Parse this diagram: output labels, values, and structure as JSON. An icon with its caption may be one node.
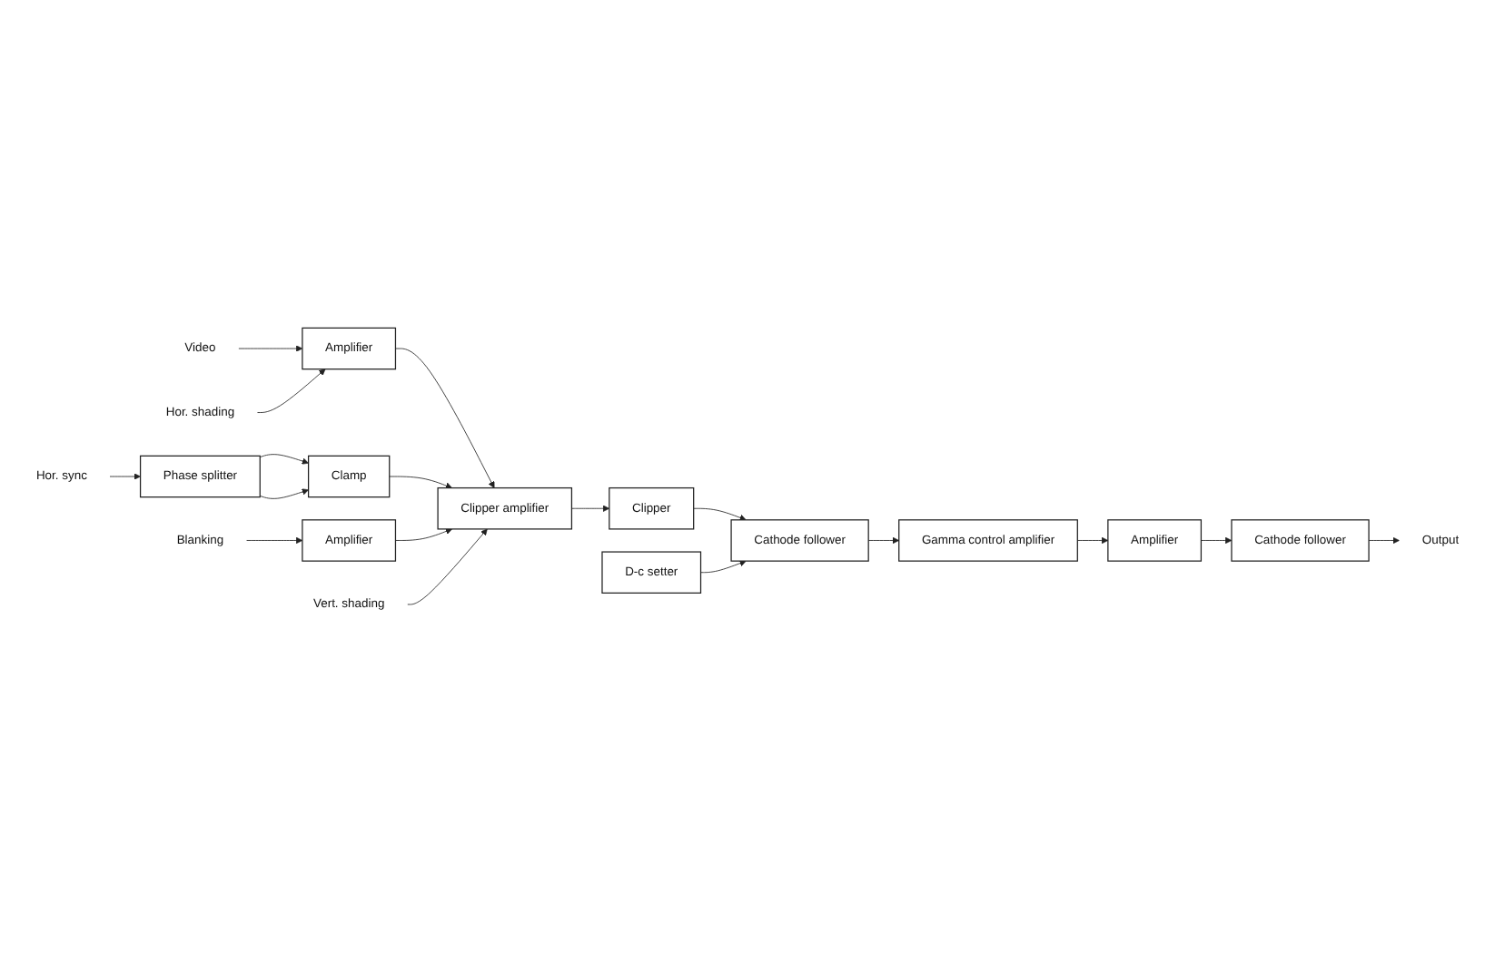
{
  "diagram": {
    "nodes": [
      {
        "text": [
          "Video"
        ]
      },
      {
        "text": [
          "Amplifier"
        ]
      },
      {
        "text": [
          "Hor. shading"
        ]
      },
      {
        "text": [
          "Clipper amplifier"
        ]
      },
      {
        "text": [
          "Clipper"
        ]
      },
      {
        "text": [
          "Cathode follower"
        ]
      },
      {
        "text": [
          "Gamma control amplifier"
        ]
      },
      {
        "text": [
          "Amplifier"
        ]
      },
      {
        "text": [
          "Amplifier"
        ]
      },
      {
        "text": [
          "Cathode follower"
        ]
      },
      {
        "text": [
          "D-c setter"
        ]
      },
      {
        "text": [
          "Blanking"
        ]
      },
      {
        "text": [
          "Vert. shading"
        ]
      },
      {
        "text": [
          "Output"
        ]
      },
      {
        "text": [
          "Clamp"
        ]
      },
      {
        "text": [
          "Phase splitter"
        ]
      },
      {
        "text": [
          "Hor. sync"
        ]
      }
    ],
    "edges": [
      {
        "from": 0,
        "to": 1,
        "arrow": "to"
      },
      {
        "from": 2,
        "to": 1,
        "arrow": "to"
      },
      {
        "from": 1,
        "to": 3,
        "arrow": "to"
      },
      {
        "from": 14,
        "to": 3,
        "arrow": "to"
      },
      {
        "from": 8,
        "to": 3,
        "arrow": "to"
      },
      {
        "from": 12,
        "to": 3,
        "arrow": "to"
      },
      {
        "from": 11,
        "to": 8,
        "arrow": "to"
      },
      {
        "from": 3,
        "to": 4,
        "arrow": "to"
      },
      {
        "from": 4,
        "to": 5,
        "arrow": "to"
      },
      {
        "from": 10,
        "to": 5,
        "arrow": "to"
      },
      {
        "from": 5,
        "to": 6,
        "arrow": "to"
      },
      {
        "from": 6,
        "to": 7,
        "arrow": "to"
      },
      {
        "from": 7,
        "to": 9,
        "arrow": "to"
      },
      {
        "from": 9,
        "to": 13,
        "arrow": "to"
      },
      {
        "from": 15,
        "to": 14,
        "arrow": "to"
      },
      {
        "from": 15,
        "to": 14,
        "arrow": "to"
      },
      {
        "from": 16,
        "to": 15,
        "arrow": "to"
      }
    ]
  }
}
